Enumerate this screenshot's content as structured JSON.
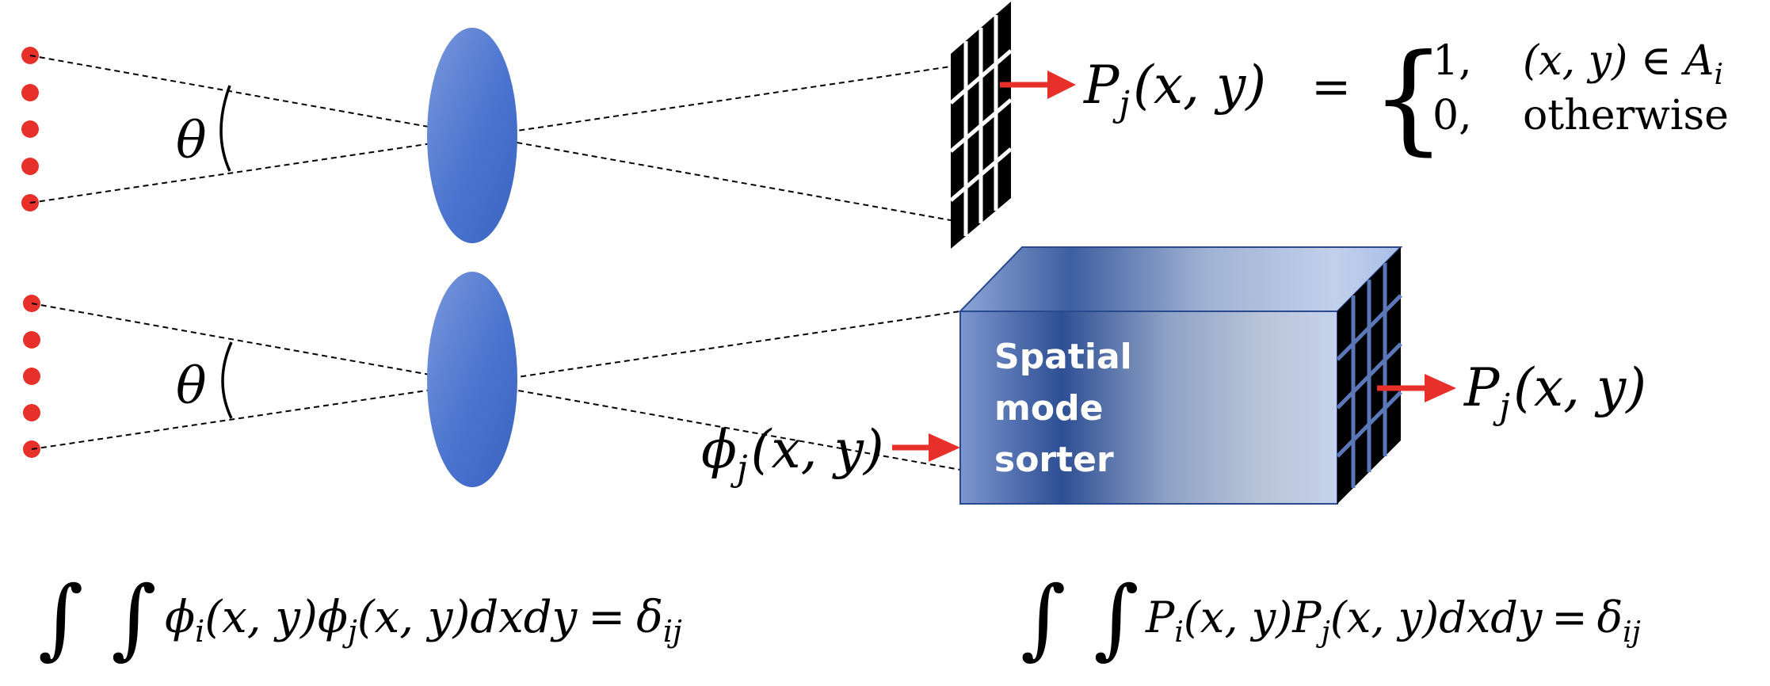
{
  "colors": {
    "source_dot": "#e8302b",
    "lens": "#4a74cf",
    "arrow": "#e8302b",
    "detector": "#000000",
    "box_dark": "#2e4f94",
    "box_light": "#c8d4ec"
  },
  "top_panel": {
    "angle_label": "θ",
    "output_symbol": "P",
    "output_sub": "j",
    "output_args": "(x, y)",
    "equals": "=",
    "case1_value": "1,",
    "case1_condition": "(x, y) ∈ A",
    "case1_condition_sub": "i",
    "case2_value": "0,",
    "case2_condition": "otherwise"
  },
  "bottom_panel": {
    "angle_label": "θ",
    "input_symbol": "ϕ",
    "input_sub": "j",
    "input_args": "(x, y)",
    "sorter_line1": "Spatial",
    "sorter_line2": "mode",
    "sorter_line3": "sorter",
    "output_symbol": "P",
    "output_sub": "j",
    "output_args": "(x, y)"
  },
  "equation_left": {
    "integrals": "∫ ∫",
    "f1": "ϕ",
    "f1_sub": "i",
    "f1_args": "(x, y)",
    "f2": "ϕ",
    "f2_sub": "j",
    "f2_args": "(x, y)",
    "diff": "dxdy",
    "equals": "=",
    "rhs": "δ",
    "rhs_sub": "ij"
  },
  "equation_right": {
    "integrals": "∫ ∫",
    "f1": "P",
    "f1_sub": "i",
    "f1_args": "(x, y)",
    "f2": "P",
    "f2_sub": "j",
    "f2_args": "(x, y)",
    "diff": "dxdy",
    "equals": "=",
    "rhs": "δ",
    "rhs_sub": "ij"
  }
}
